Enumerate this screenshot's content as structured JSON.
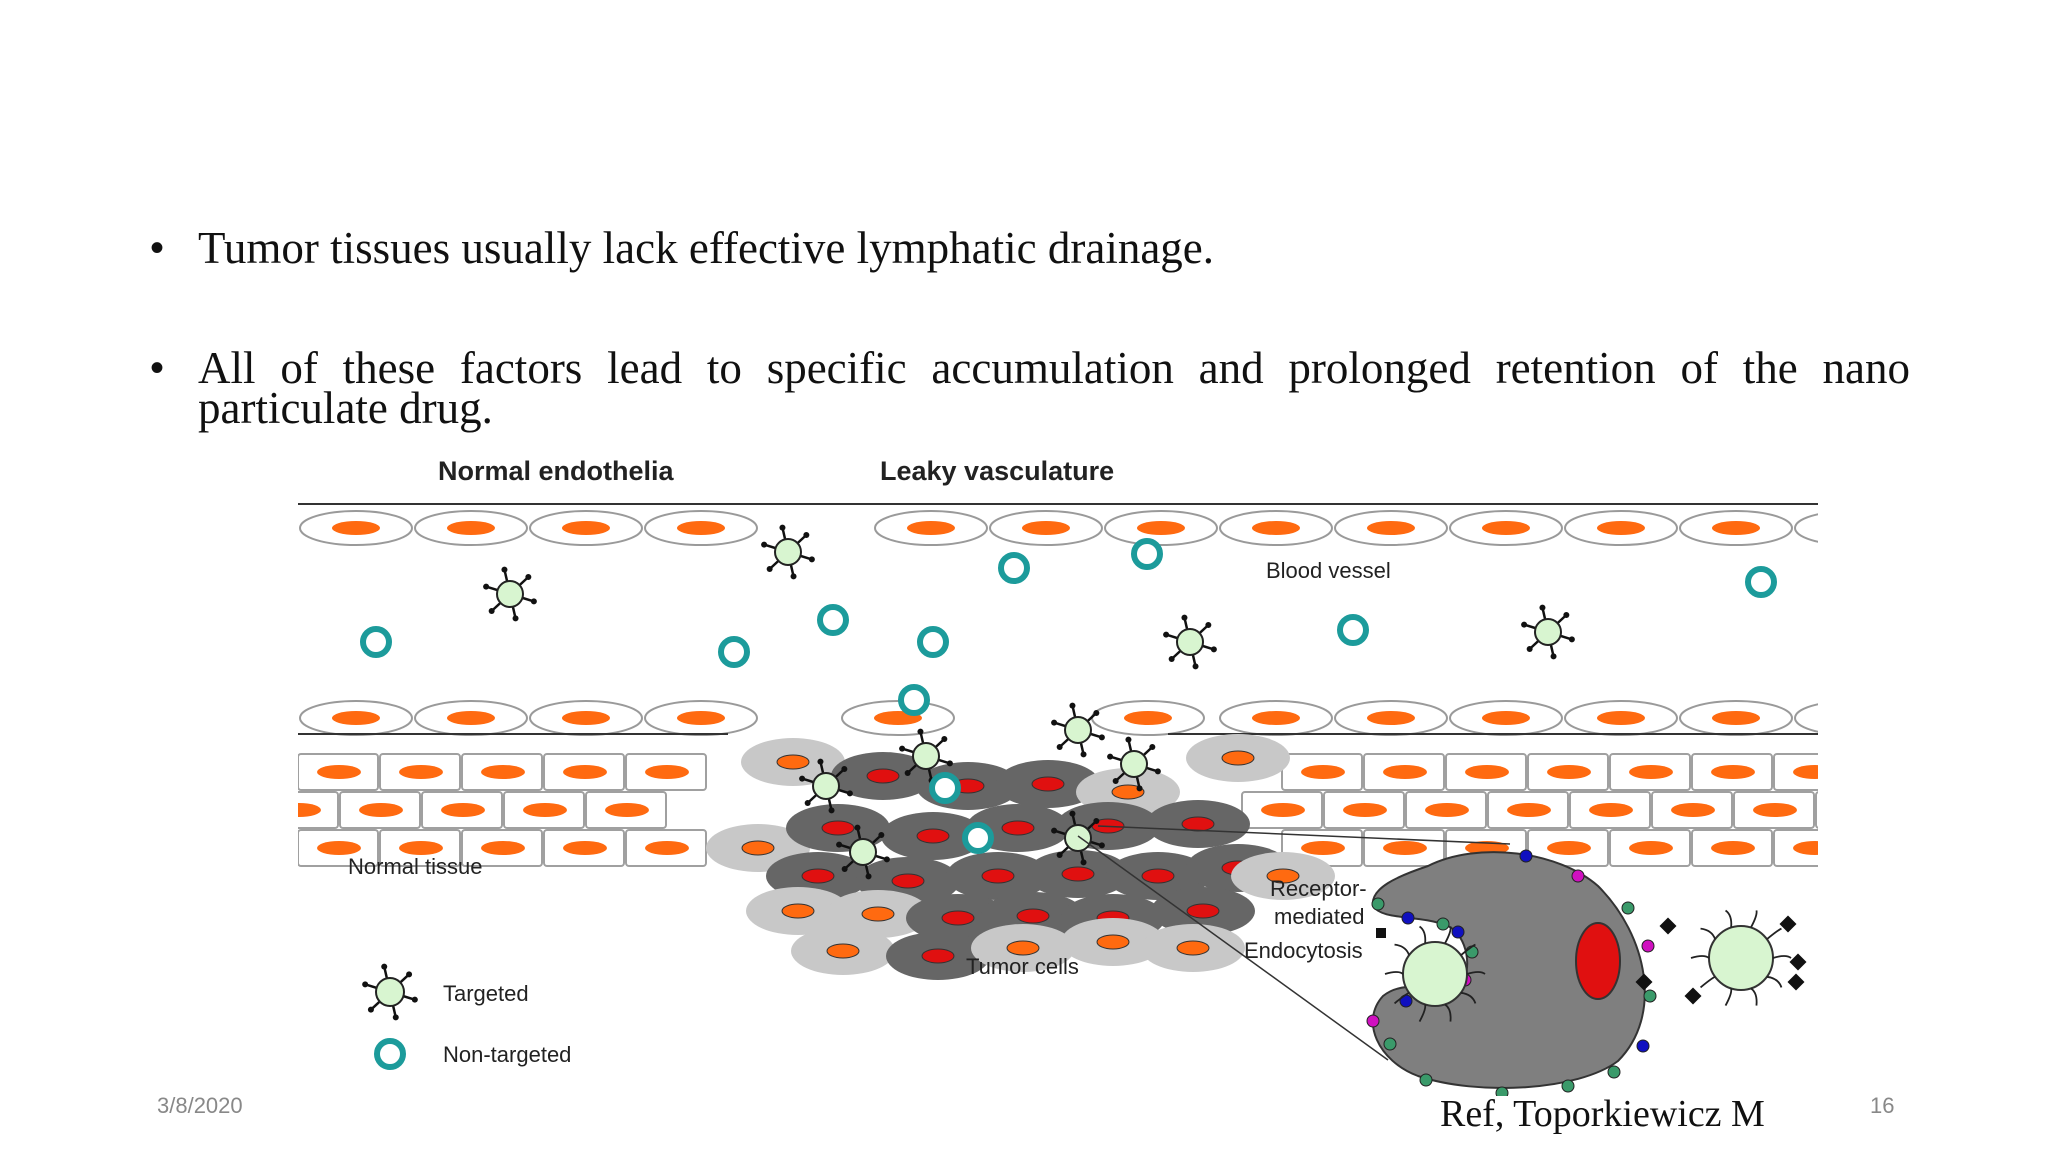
{
  "slide": {
    "bullets": [
      "Tumor tissues usually lack effective lymphatic drainage.",
      "All of these factors lead to specific accumulation and prolonged retention of the nano particulate drug."
    ],
    "date": "3/8/2020",
    "page_number": "16",
    "reference": "Ref, Toporkiewicz M"
  },
  "figure": {
    "labels": {
      "normal_endothelia": "Normal endothelia",
      "leaky_vasculature": "Leaky vasculature",
      "blood_vessel": "Blood vessel",
      "normal_tissue": "Normal tissue",
      "tumor_cells": "Tumor cells",
      "receptor_line1": "Receptor-",
      "receptor_line2": "mediated",
      "receptor_line3": "Endocytosis"
    },
    "legend": {
      "targeted": "Targeted",
      "non_targeted": "Non-targeted"
    },
    "colors": {
      "nucleus_orange": "#ff6a10",
      "nucleus_red": "#e01010",
      "tumor_dark": "#666666",
      "tumor_light": "#c8c8c8",
      "targeted_particle": "#d8f5d0",
      "non_targeted_ring": "#1c9b9b",
      "receptor_blue": "#1010c0",
      "receptor_magenta": "#d010c0",
      "receptor_green": "#3a9a6a"
    }
  }
}
